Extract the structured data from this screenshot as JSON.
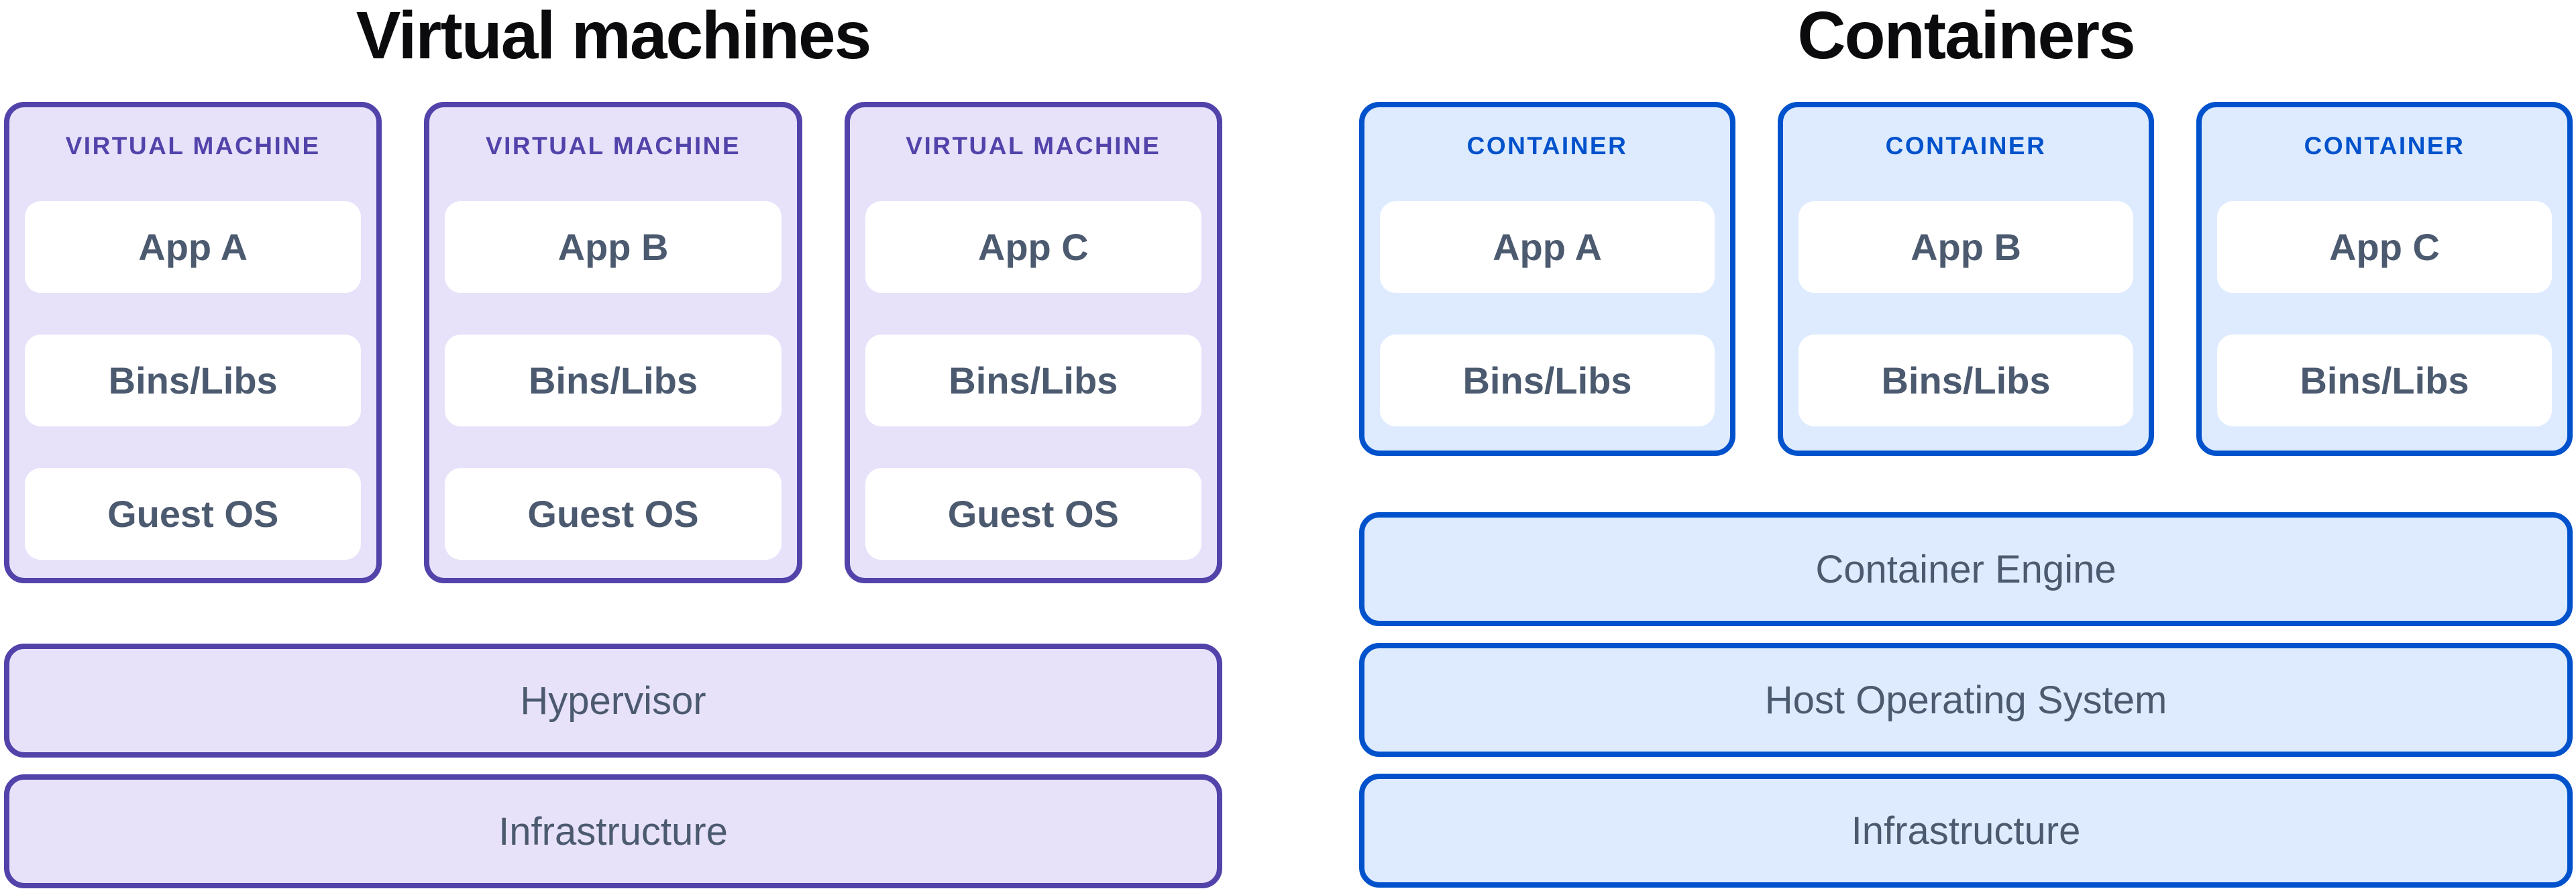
{
  "vm_section": {
    "title": "Virtual machines",
    "accent_color": "#5243aa",
    "fill_color": "#e7e2fa",
    "cards": [
      {
        "header": "VIRTUAL MACHINE",
        "rows": [
          "App A",
          "Bins/Libs",
          "Guest OS"
        ]
      },
      {
        "header": "VIRTUAL MACHINE",
        "rows": [
          "App B",
          "Bins/Libs",
          "Guest OS"
        ]
      },
      {
        "header": "VIRTUAL MACHINE",
        "rows": [
          "App C",
          "Bins/Libs",
          "Guest OS"
        ]
      }
    ],
    "bars": [
      {
        "label": "Hypervisor"
      },
      {
        "label": "Infrastructure"
      }
    ]
  },
  "containers_section": {
    "title": "Containers",
    "accent_color": "#0052cc",
    "fill_color": "#deebff",
    "cards": [
      {
        "header": "CONTAINER",
        "rows": [
          "App A",
          "Bins/Libs"
        ]
      },
      {
        "header": "CONTAINER",
        "rows": [
          "App B",
          "Bins/Libs"
        ]
      },
      {
        "header": "CONTAINER",
        "rows": [
          "App C",
          "Bins/Libs"
        ]
      }
    ],
    "bars": [
      {
        "label": "Container Engine"
      },
      {
        "label": "Host Operating System"
      },
      {
        "label": "Infrastructure"
      }
    ]
  },
  "text_color": "#4c5a70",
  "title_color": "#0b0b0d",
  "row_background": "#ffffff",
  "page_background": "#ffffff"
}
